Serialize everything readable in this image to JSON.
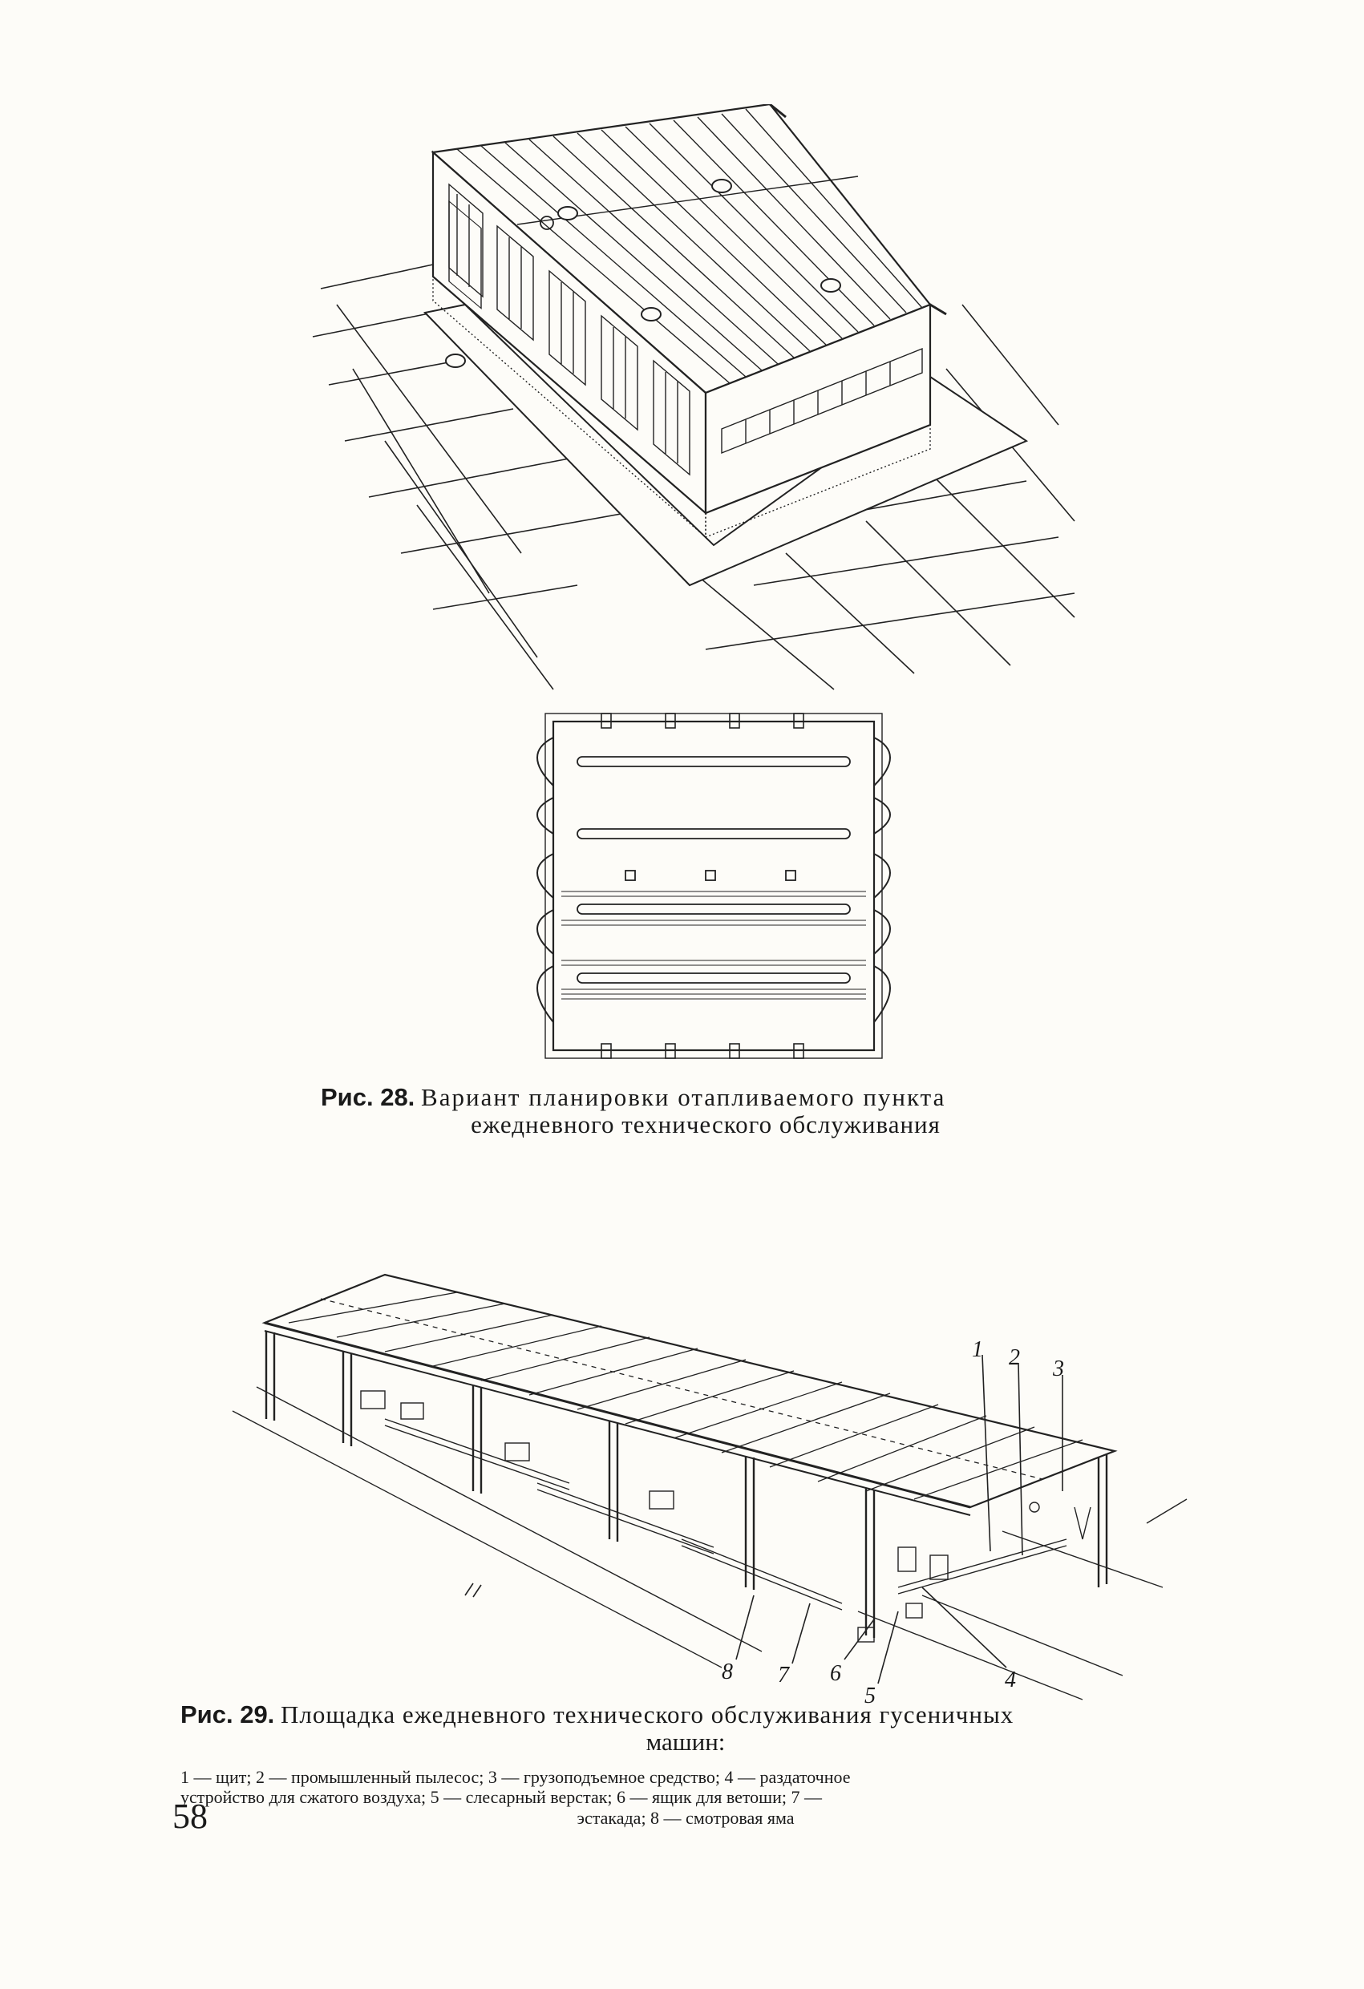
{
  "figure28": {
    "label": "Рис. 28.",
    "caption_line1": "Вариант планировки отапливаемого пункта",
    "caption_line2": "ежедневного технического обслуживания"
  },
  "figure29": {
    "label": "Рис. 29.",
    "caption_line1": "Площадка ежедневного технического обслуживания гусеничных",
    "caption_line2": "машин:",
    "legend_line1": "1 — щит; 2 — промышленный пылесос; 3 — грузоподъемное средство; 4 — раздаточное",
    "legend_line2": "устройство для сжатого воздуха; 5 — слесарный верстак; 6 — ящик для ветоши; 7 —",
    "legend_line3": "эстакада; 8 — смотровая яма",
    "callouts": [
      "1",
      "2",
      "3",
      "4",
      "5",
      "6",
      "7",
      "8"
    ]
  },
  "page_number": "58"
}
